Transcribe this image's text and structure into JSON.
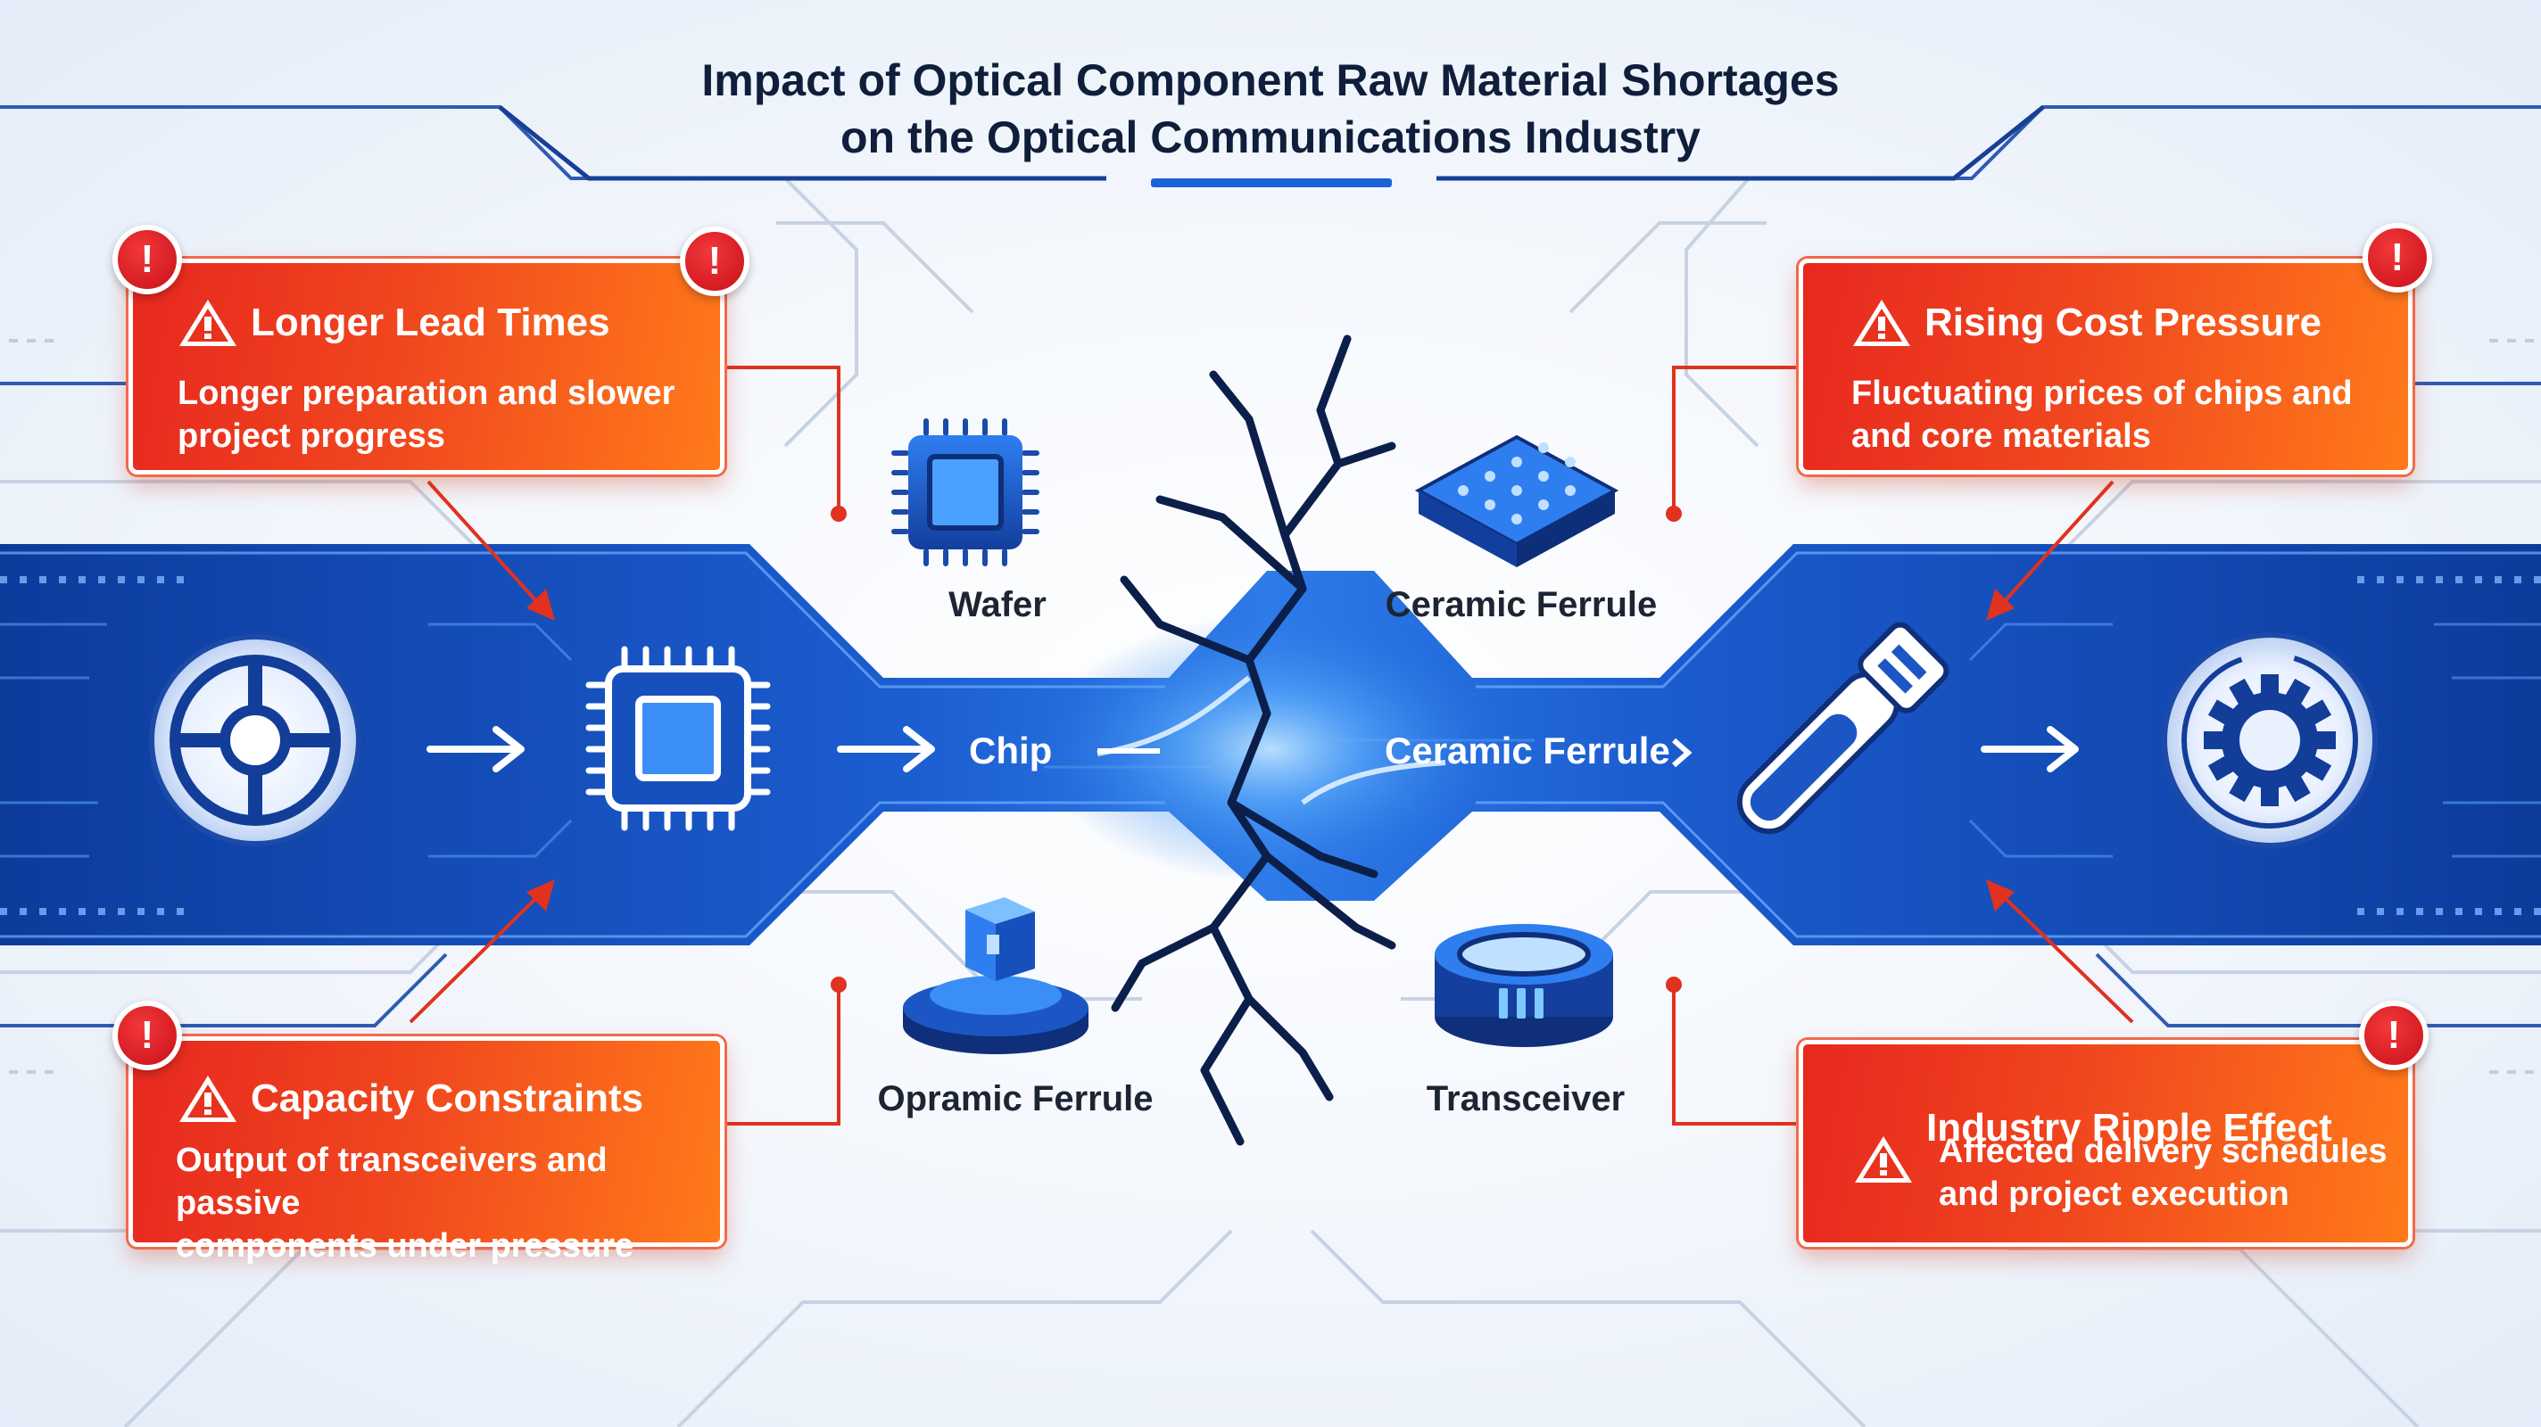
{
  "title": {
    "line1": "Impact of Optical Component Raw Material Shortages",
    "line2": "on the Optical Communications Industry"
  },
  "colors": {
    "accent_red": "#ec2d1f",
    "accent_orange": "#ff7a1a",
    "band_blue": "#1b56c4",
    "navy": "#10357f"
  },
  "cards": {
    "top_left": {
      "heading": "Longer Lead Times",
      "line1": "Longer preparation and slower",
      "line2": "project progress",
      "alert": "!"
    },
    "top_right": {
      "heading": "Rising Cost Pressure",
      "line1": "Fluctuating prices of chips and",
      "line2": "and core materials",
      "alert": "!"
    },
    "bottom_left": {
      "heading": "Capacity Constraints",
      "line1": "Output of transceivers and passive",
      "line2": "components under pressure",
      "alert": "!"
    },
    "bottom_right": {
      "heading": "Industry Ripple Effect",
      "line1": "Affected delivery schedules",
      "line2": "and project execution",
      "alert": "!"
    }
  },
  "components": {
    "wafer": "Wafer",
    "ceramic_top": "Ceramic Ferrule",
    "opramic": "Opramic Ferrule",
    "transceiver": "Transceiver"
  },
  "flow": {
    "chip": "Chip",
    "ceramic": "Ceramic Ferrule"
  },
  "icons": {
    "left_start": "target-icon",
    "chip": "chip-icon",
    "wafer": "wafer-chip-icon",
    "ceramic": "ceramic-tile-icon",
    "opramic": "cube-on-disk-icon",
    "transceiver": "transceiver-ring-icon",
    "ferrule": "ferrule-connector-icon",
    "gear": "gear-icon",
    "warning": "warning-triangle-icon",
    "alert": "exclamation-circle-icon"
  }
}
